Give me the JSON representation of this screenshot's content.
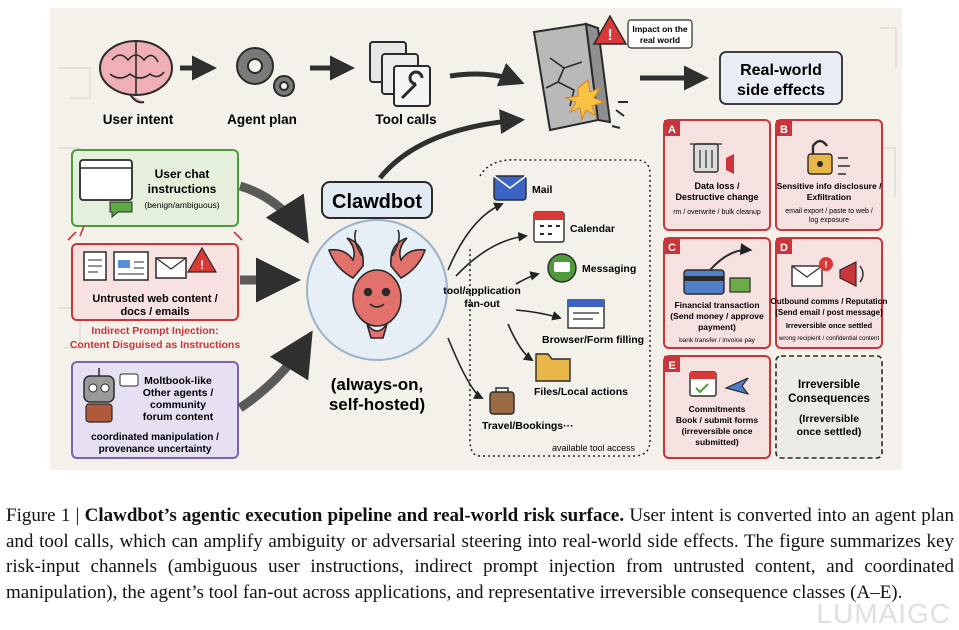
{
  "diagram": {
    "top_flow": {
      "user_intent": "User intent",
      "agent_plan": "Agent plan",
      "tool_calls": "Tool calls"
    },
    "impact_label": [
      "Impact on the",
      "real world"
    ],
    "real_world_title": [
      "Real-world",
      "side effects"
    ],
    "agent": {
      "name": "Clawdbot",
      "subtitle": [
        "(always-on,",
        "self-hosted)"
      ]
    },
    "inputs": {
      "user_chat": {
        "title": [
          "User chat",
          "instructions"
        ],
        "note": "(benign/ambiguous)"
      },
      "untrusted": {
        "title": [
          "Untrusted web content /",
          "docs / emails"
        ],
        "warning": [
          "Indirect Prompt Injection:",
          "Content Disguised as Instructions"
        ]
      },
      "moltbook": {
        "title": [
          "Moltbook-like",
          "Other agents /",
          "community",
          "forum content"
        ],
        "note": [
          "coordinated manipulation /",
          "provenance uncertainty"
        ]
      }
    },
    "fanout": {
      "label": [
        "tool/application",
        "fan-out"
      ],
      "footer": "available tool access",
      "tools": [
        "Mail",
        "Calendar",
        "Messaging",
        "Browser/Form filling",
        "Files/Local actions",
        "Travel/Bookings···"
      ]
    },
    "risks": {
      "A": {
        "letter": "A",
        "title": [
          "Data loss /",
          "Destructive change"
        ],
        "detail": [
          "rm / overwrite / bulk cleanup"
        ]
      },
      "B": {
        "letter": "B",
        "title": [
          "Sensitive info disclosure /",
          "Exfiltration"
        ],
        "detail": [
          "email export / paste to web /",
          "log exposure"
        ]
      },
      "C": {
        "letter": "C",
        "title": [
          "Financial transaction",
          "(Send money / approve",
          "payment)"
        ],
        "detail": [
          "bank transfer / invoice pay"
        ]
      },
      "D": {
        "letter": "D",
        "title": [
          "Outbound comms / Reputation",
          "(Send email / post message)"
        ],
        "detail": [
          "Irreversible once settled",
          "wrong recipient / confidential content"
        ]
      },
      "E": {
        "letter": "E",
        "title": [
          "Commitments",
          "Book / submit forms",
          "(irreversible once",
          "submitted)"
        ],
        "detail": []
      },
      "irreversible": {
        "title": [
          "Irreversible",
          "Consequences"
        ],
        "detail": [
          "(Irreversible",
          "once settled)"
        ]
      }
    }
  },
  "caption": {
    "prefix": "Figure 1 | ",
    "bold": "Clawdbot’s agentic execution pipeline and real-world risk surface.",
    "text": " User intent is converted into an agent plan and tool calls, which can amplify ambiguity or adversarial steering into real-world side effects. The figure summarizes key risk-input channels (ambiguous user instructions, indirect prompt injection from untrusted content, and coordinated manipulation), the agent’s tool fan-out across applications, and representative irreversible consequence classes (A–E)."
  },
  "watermark": "LUMAIGC",
  "colors": {
    "blue": "#3b63c4",
    "red": "#c9353a",
    "green": "#4f9a3a",
    "purple": "#7e62b0",
    "lobster": "#e2716c"
  }
}
